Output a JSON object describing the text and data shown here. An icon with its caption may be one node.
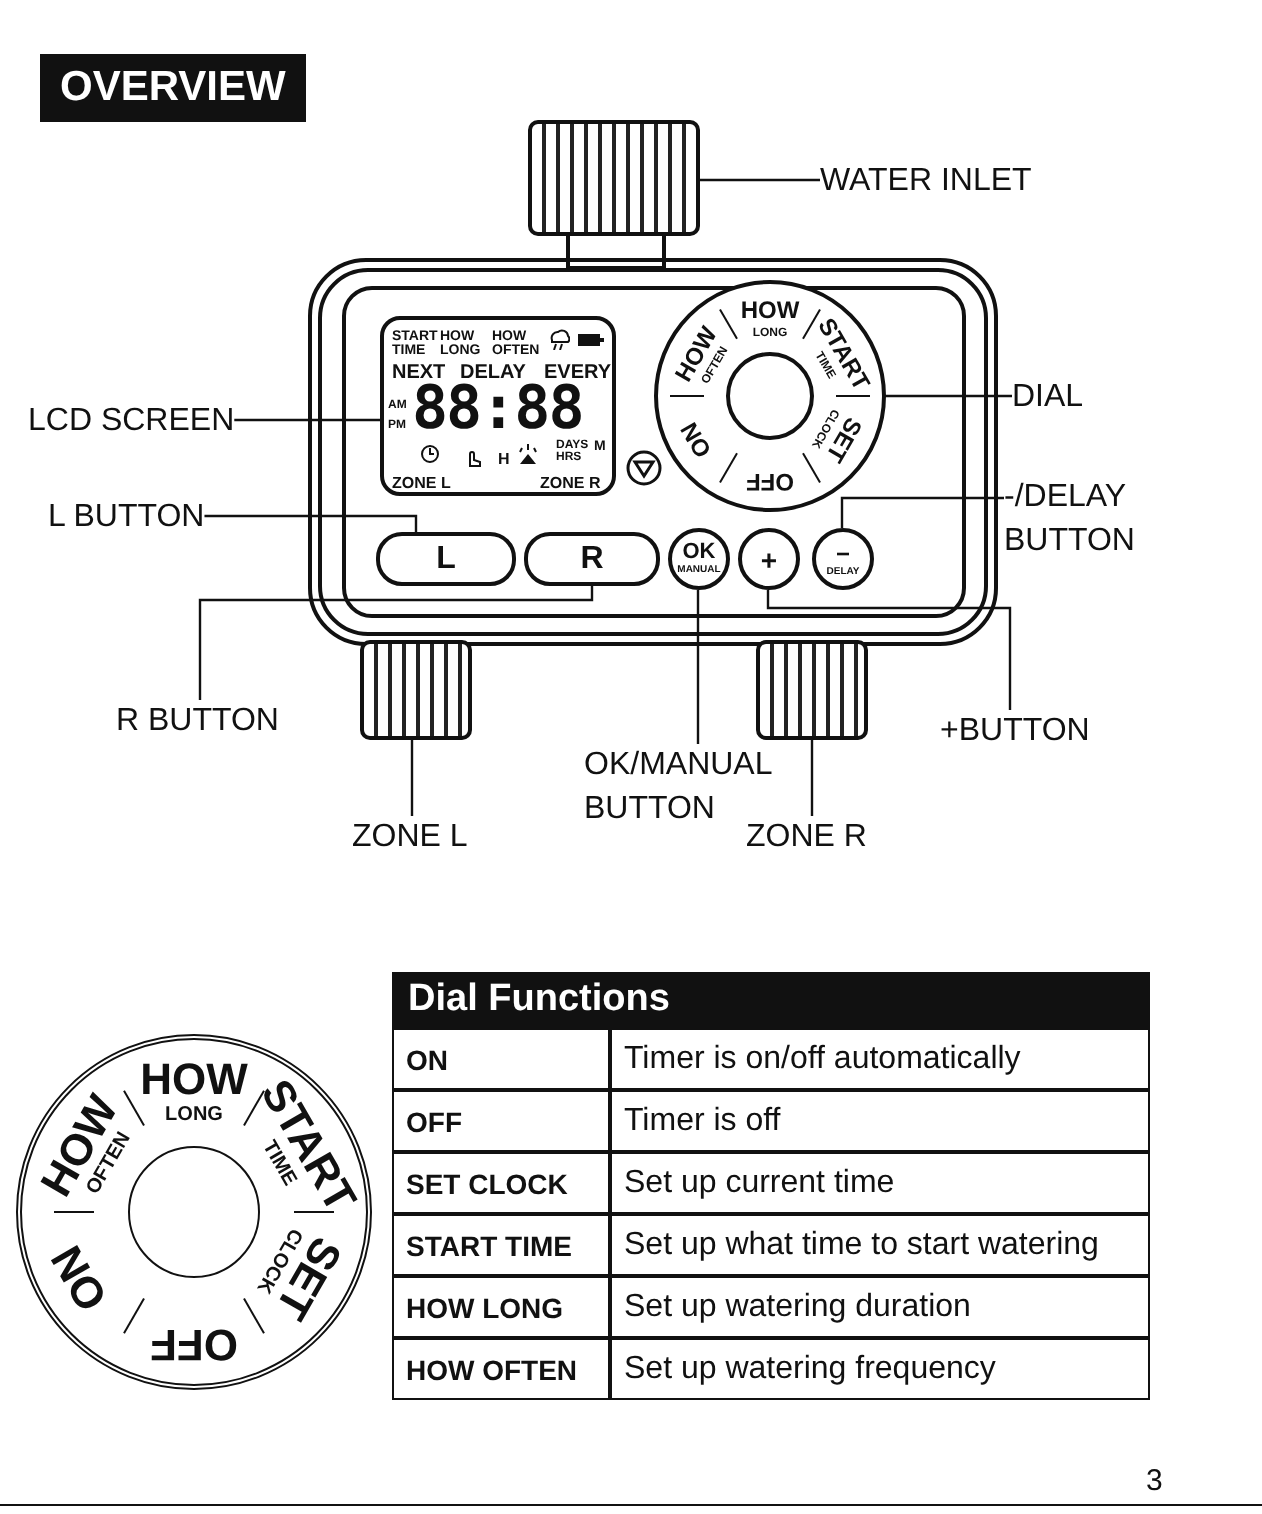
{
  "diagram": {
    "title": "OVERVIEW",
    "nodes": [
      {
        "text": [
          "WATER INLET"
        ]
      },
      {
        "text": [],
        "shape": "cylinder"
      },
      {
        "text": [
          "LCD SCREEN"
        ]
      },
      {
        "text": [
          "START TIME",
          "HOW LONG",
          "HOW OFTEN",
          "NEXT",
          "DELAY",
          "EVERY",
          "AM",
          "PM",
          "88:88",
          "H",
          "M",
          "DAYS HRS",
          "ZONE L",
          "ZONE R"
        ]
      },
      {
        "text": [
          "L BUTTON"
        ]
      },
      {
        "text": [
          "L"
        ]
      },
      {
        "text": [
          "R BUTTON"
        ]
      },
      {
        "text": [
          "R"
        ]
      },
      {
        "text": [
          "DIAL"
        ]
      },
      {
        "text": [
          "HOW",
          "LONG",
          "START",
          "TIME",
          "SET",
          "CLOCK",
          "OFF",
          "ON",
          "HOW",
          "OFTEN"
        ]
      },
      {
        "text": [],
        "shape": "circle",
        "in": 9
      },
      {
        "text": [
          "-/DELAY BUTTON"
        ]
      },
      {
        "text": [
          "−",
          "DELAY"
        ]
      },
      {
        "text": [
          "+BUTTON"
        ]
      },
      {
        "text": [
          "+"
        ]
      },
      {
        "text": [
          "OK/MANUAL BUTTON"
        ]
      },
      {
        "text": [
          "OK",
          "MANUAL"
        ]
      },
      {
        "text": [
          "ZONE L"
        ]
      },
      {
        "text": [],
        "shape": "cylinder"
      },
      {
        "text": [
          "ZONE R"
        ]
      },
      {
        "text": [],
        "shape": "cylinder"
      }
    ],
    "edges": [
      {
        "from": 0,
        "to": 1,
        "arrow": "none"
      },
      {
        "from": 2,
        "to": 3,
        "arrow": "none"
      },
      {
        "from": 4,
        "to": 5,
        "arrow": "none"
      },
      {
        "from": 6,
        "to": 7,
        "arrow": "none"
      },
      {
        "from": 8,
        "to": 10,
        "arrow": "none"
      },
      {
        "from": 11,
        "to": 12,
        "arrow": "none"
      },
      {
        "from": 13,
        "to": 14,
        "arrow": "none"
      },
      {
        "from": 15,
        "to": 16,
        "arrow": "none"
      },
      {
        "from": 17,
        "to": 18,
        "arrow": "none"
      },
      {
        "from": 19,
        "to": 20,
        "arrow": "none"
      }
    ],
    "labels": [
      "Dial Functions",
      "ON",
      "Timer is on/off automatically",
      "OFF",
      "Timer is off",
      "SET CLOCK",
      "Set up current time",
      "START TIME",
      "Set up what time to start watering",
      "HOW LONG",
      "Set up watering duration",
      "HOW OFTEN",
      "Set up watering frequency",
      "HOW",
      "LONG",
      "START",
      "TIME",
      "SET",
      "CLOCK",
      "OFF",
      "ON",
      "HOW",
      "OFTEN",
      "3"
    ]
  }
}
